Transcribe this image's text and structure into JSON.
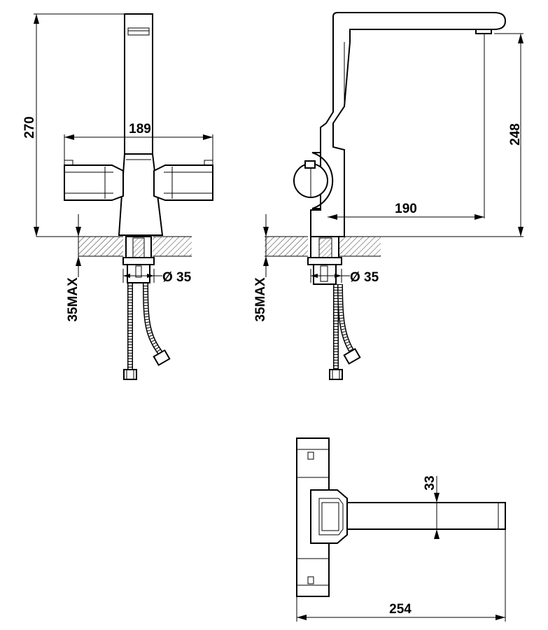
{
  "dimensions": {
    "front_height": "270",
    "front_width": "189",
    "front_max_thickness": "35MAX",
    "front_hole": "Ø 35",
    "side_height": "248",
    "side_reach": "190",
    "side_max_thickness": "35MAX",
    "side_hole": "Ø 35",
    "top_offset": "33",
    "top_length": "254"
  }
}
